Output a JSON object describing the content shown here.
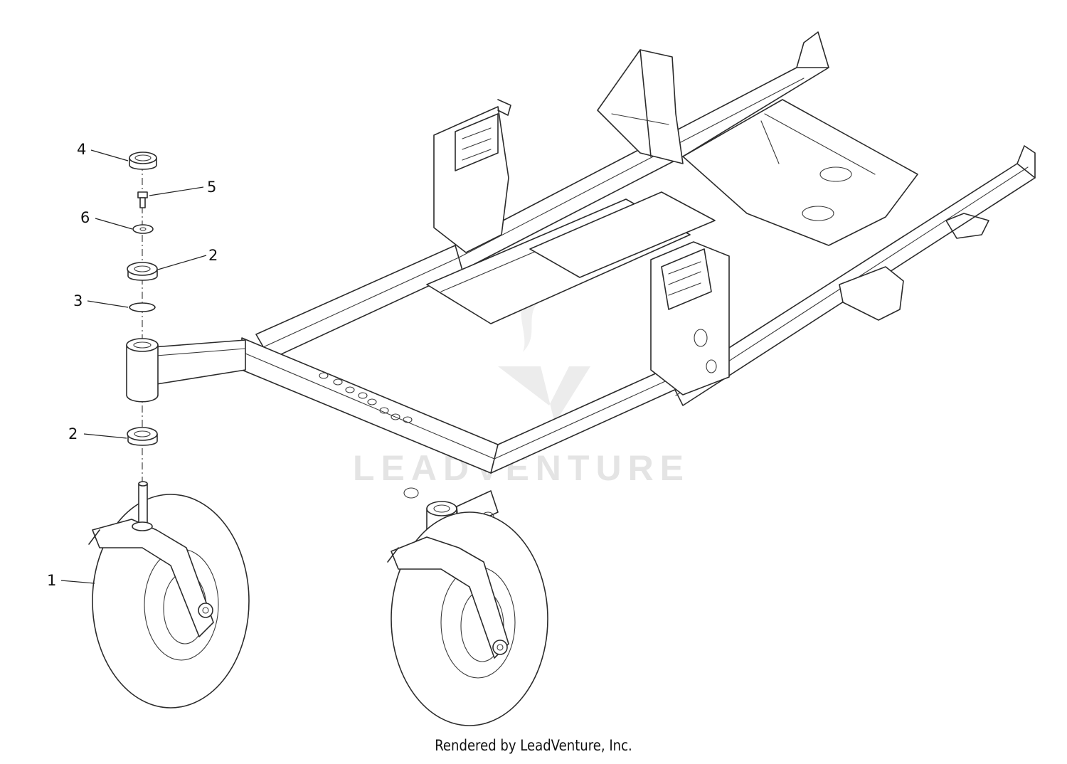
{
  "diagram": {
    "callouts": [
      {
        "number": "1",
        "part": "caster wheel assembly"
      },
      {
        "number": "2",
        "part": "bearing (upper)"
      },
      {
        "number": "2",
        "part": "bearing (lower)"
      },
      {
        "number": "3",
        "part": "ring"
      },
      {
        "number": "4",
        "part": "dust cap"
      },
      {
        "number": "5",
        "part": "bolt"
      },
      {
        "number": "6",
        "part": "washer"
      }
    ],
    "watermark": "LEADVENTURE",
    "footer": "Rendered by LeadVenture, Inc."
  }
}
